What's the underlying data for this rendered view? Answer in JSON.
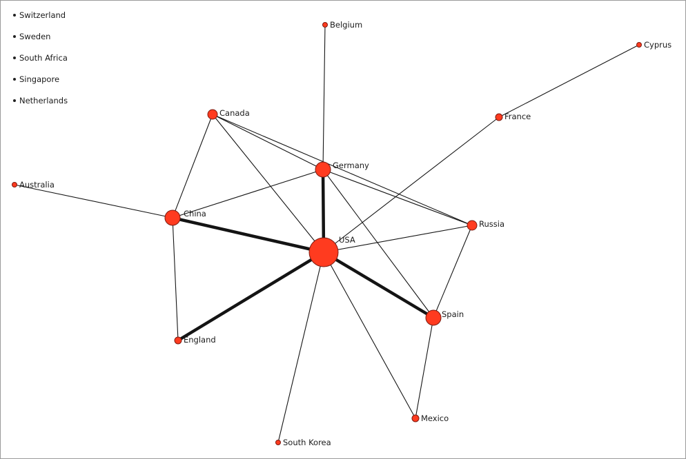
{
  "colors": {
    "node_fill": "#ff3b1f",
    "node_stroke": "#7a1a10",
    "edge": "#141414",
    "label": "#1a1a1a",
    "isolate": "#222222"
  },
  "isolates": [
    "Switzerland",
    "Sweden",
    "South Africa",
    "Singapore",
    "Netherlands"
  ],
  "nodes": [
    {
      "id": "USA",
      "label": "USA",
      "size": "largest"
    },
    {
      "id": "China",
      "label": "China",
      "size": "large"
    },
    {
      "id": "Germany",
      "label": "Germany",
      "size": "large"
    },
    {
      "id": "Spain",
      "label": "Spain",
      "size": "large"
    },
    {
      "id": "Canada",
      "label": "Canada",
      "size": "medium"
    },
    {
      "id": "Russia",
      "label": "Russia",
      "size": "medium"
    },
    {
      "id": "England",
      "label": "England",
      "size": "small"
    },
    {
      "id": "Mexico",
      "label": "Mexico",
      "size": "small"
    },
    {
      "id": "France",
      "label": "France",
      "size": "small"
    },
    {
      "id": "Belgium",
      "label": "Belgium",
      "size": "tiny"
    },
    {
      "id": "Cyprus",
      "label": "Cyprus",
      "size": "tiny"
    },
    {
      "id": "Australia",
      "label": "Australia",
      "size": "tiny"
    },
    {
      "id": "South Korea",
      "label": "South Korea",
      "size": "tiny"
    }
  ],
  "edges": [
    {
      "source": "USA",
      "target": "China",
      "weight": "strong"
    },
    {
      "source": "USA",
      "target": "Germany",
      "weight": "strong"
    },
    {
      "source": "USA",
      "target": "Spain",
      "weight": "strong"
    },
    {
      "source": "USA",
      "target": "England",
      "weight": "strong"
    },
    {
      "source": "USA",
      "target": "Canada",
      "weight": "normal"
    },
    {
      "source": "USA",
      "target": "Russia",
      "weight": "normal"
    },
    {
      "source": "USA",
      "target": "France",
      "weight": "normal"
    },
    {
      "source": "USA",
      "target": "Mexico",
      "weight": "normal"
    },
    {
      "source": "USA",
      "target": "South Korea",
      "weight": "normal"
    },
    {
      "source": "Germany",
      "target": "Belgium",
      "weight": "normal"
    },
    {
      "source": "Germany",
      "target": "Canada",
      "weight": "normal"
    },
    {
      "source": "Germany",
      "target": "China",
      "weight": "normal"
    },
    {
      "source": "Germany",
      "target": "Russia",
      "weight": "normal"
    },
    {
      "source": "Germany",
      "target": "Spain",
      "weight": "normal"
    },
    {
      "source": "Canada",
      "target": "China",
      "weight": "normal"
    },
    {
      "source": "Canada",
      "target": "Russia",
      "weight": "normal"
    },
    {
      "source": "China",
      "target": "Australia",
      "weight": "normal"
    },
    {
      "source": "China",
      "target": "England",
      "weight": "normal"
    },
    {
      "source": "Russia",
      "target": "Spain",
      "weight": "normal"
    },
    {
      "source": "Spain",
      "target": "Mexico",
      "weight": "normal"
    },
    {
      "source": "France",
      "target": "Cyprus",
      "weight": "normal"
    }
  ]
}
